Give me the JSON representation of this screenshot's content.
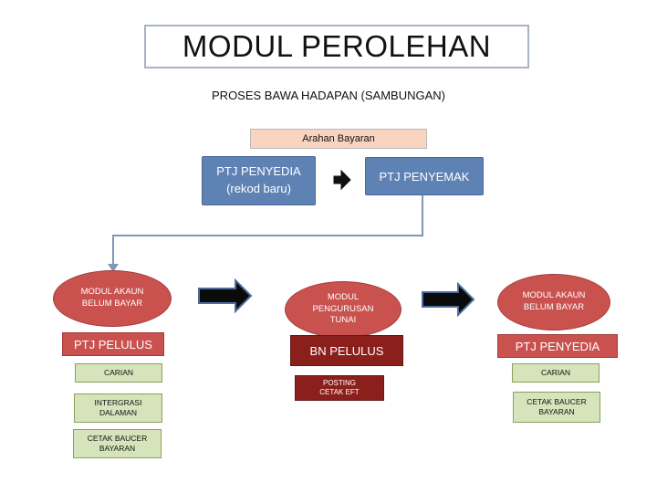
{
  "title": "MODUL PEROLEHAN",
  "subtitle": "PROSES BAWA HADAPAN (SAMBUNGAN)",
  "arahan": "Arahan Bayaran",
  "top_flow": {
    "penyedia_line1": "PTJ PENYEDIA",
    "penyedia_line2": "(rekod baru)",
    "penyemak": "PTJ PENYEMAK"
  },
  "left_column": {
    "oval_line1": "MODUL AKAUN",
    "oval_line2": "BELUM BAYAR",
    "role": "PTJ PELULUS",
    "step1": "CARIAN",
    "step2_line1": "INTERGRASI",
    "step2_line2": "DALAMAN",
    "step3_line1": "CETAK BAUCER",
    "step3_line2": "BAYARAN"
  },
  "middle_column": {
    "oval_line1": "MODUL",
    "oval_line2": "PENGURUSAN",
    "oval_line3": "TUNAI",
    "role": "BN PELULUS",
    "posting_line1": "POSTING",
    "posting_line2": "CETAK EFT"
  },
  "right_column": {
    "oval_line1": "MODUL AKAUN",
    "oval_line2": "BELUM BAYAR",
    "role": "PTJ PENYEDIA",
    "step1": "CARIAN",
    "step2_line1": "CETAK BAUCER",
    "step2_line2": "BAYARAN"
  },
  "colors": {
    "blue_box": "#5f82b5",
    "red_oval": "#c9524f",
    "dark_red": "#8b1f1c",
    "green_box": "#d6e4bb",
    "peach_box": "#f9d4c0",
    "connector": "#7f97b8"
  },
  "icons": [
    "arrow-right-icon"
  ]
}
